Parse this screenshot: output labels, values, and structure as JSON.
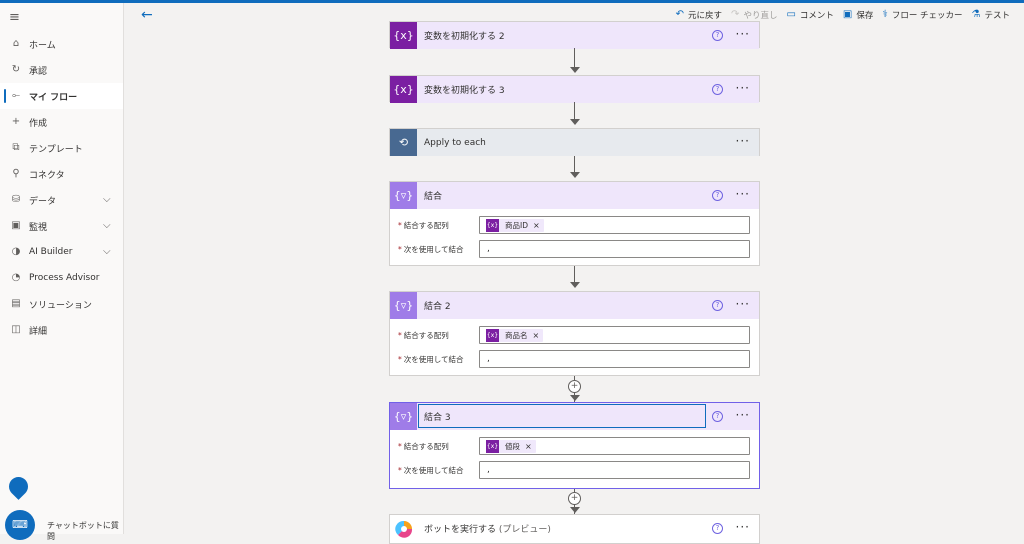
{
  "sidebar": {
    "items": [
      {
        "label": "ホーム",
        "icon": "home-icon",
        "glyph": "⌂",
        "active": false
      },
      {
        "label": "承認",
        "icon": "approvals-icon",
        "glyph": "↻",
        "active": false
      },
      {
        "label": "マイ フロー",
        "icon": "flow-icon",
        "glyph": "⟜",
        "active": true
      },
      {
        "label": "作成",
        "icon": "plus-icon",
        "glyph": "+",
        "active": false
      },
      {
        "label": "テンプレート",
        "icon": "template-icon",
        "glyph": "⧉",
        "active": false
      },
      {
        "label": "コネクタ",
        "icon": "connector-icon",
        "glyph": "⚲",
        "active": false
      },
      {
        "label": "データ",
        "icon": "database-icon",
        "glyph": "⛁",
        "active": false,
        "chevron": true
      },
      {
        "label": "監視",
        "icon": "monitor-icon",
        "glyph": "▣",
        "active": false,
        "chevron": true
      },
      {
        "label": "AI Builder",
        "icon": "ai-builder-icon",
        "glyph": "◑",
        "active": false,
        "chevron": true
      },
      {
        "label": "Process Advisor",
        "icon": "process-advisor-icon",
        "glyph": "◔",
        "active": false
      },
      {
        "label": "ソリューション",
        "icon": "solution-icon",
        "glyph": "▤",
        "active": false
      },
      {
        "label": "詳細",
        "icon": "book-icon",
        "glyph": "◫",
        "active": false
      }
    ],
    "chatbot_label": "チャットボットに質問"
  },
  "toolbar": {
    "undo": "元に戻す",
    "redo": "やり直し",
    "comment": "コメント",
    "save": "保存",
    "checker": "フロー チェッカー",
    "test": "テスト"
  },
  "flow": {
    "var2_title": "変数を初期化する 2",
    "var3_title": "変数を初期化する 3",
    "apply_title": "Apply to each",
    "join1": {
      "title": "結合",
      "array_label": "結合する配列",
      "array_token": "商品ID",
      "sep_label": "次を使用して結合",
      "sep_value": ","
    },
    "join2": {
      "title": "結合 2",
      "array_label": "結合する配列",
      "array_token": "商品名",
      "sep_label": "次を使用して結合",
      "sep_value": ","
    },
    "join3": {
      "title": "結合 3",
      "array_label": "結合する配列",
      "array_token": "値段",
      "sep_label": "次を使用して結合",
      "sep_value": ","
    },
    "bot_title": "ボットを実行する",
    "bot_sub": "(プレビュー)",
    "var_badge": "{x}",
    "join_badge": "{▿}",
    "token_icon": "{x}",
    "help_glyph": "?",
    "more_glyph": "···",
    "required_mark": "*",
    "token_remove": "×",
    "plus_glyph": "+"
  },
  "colors": {
    "accent": "#0f6cbd",
    "variable_purple": "#7b1fa2",
    "join_purple": "#9f7ce8",
    "loop_slate": "#486991",
    "selection": "#7160e8"
  }
}
